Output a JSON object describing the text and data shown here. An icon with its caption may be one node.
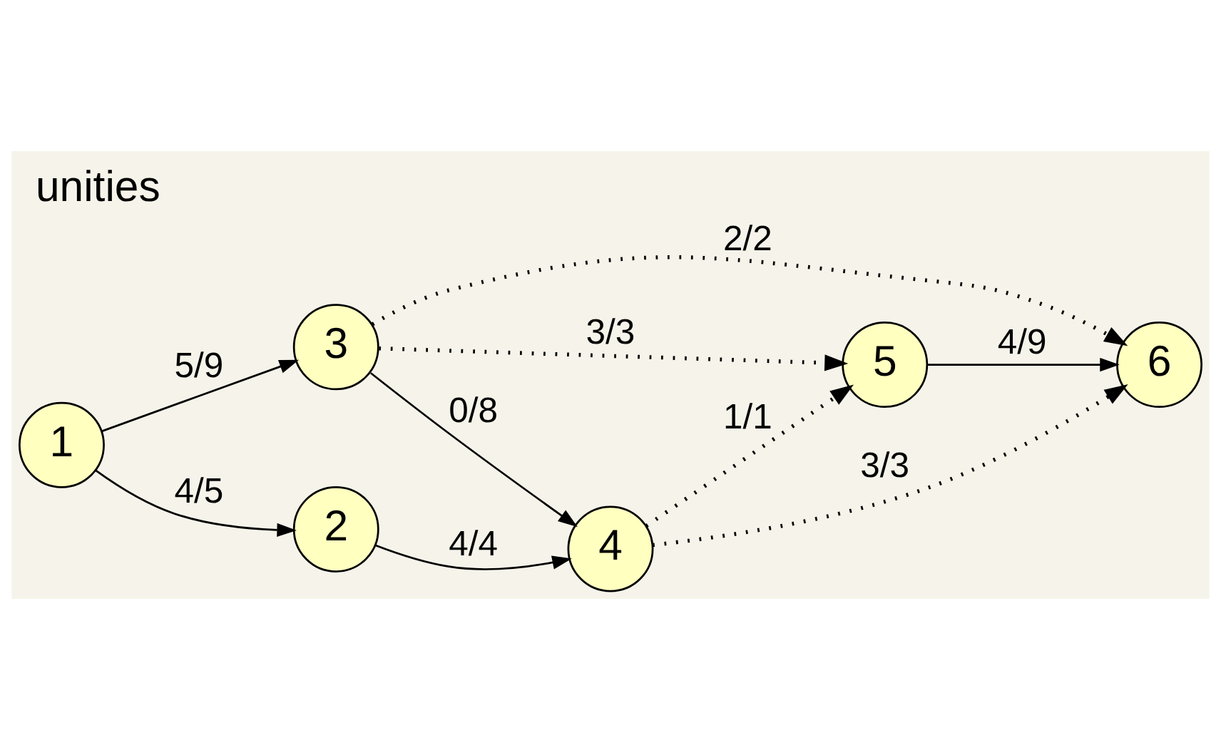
{
  "diagram": {
    "title": "unities",
    "nodes": [
      {
        "text": [
          "1"
        ]
      },
      {
        "text": [
          "2"
        ]
      },
      {
        "text": [
          "3"
        ]
      },
      {
        "text": [
          "4"
        ]
      },
      {
        "text": [
          "5"
        ]
      },
      {
        "text": [
          "6"
        ]
      }
    ],
    "edges": [
      {
        "from": 0,
        "to": 1,
        "arrow": "to",
        "label": "4/5"
      },
      {
        "from": 0,
        "to": 2,
        "arrow": "to",
        "label": "5/9"
      },
      {
        "from": 1,
        "to": 3,
        "arrow": "to",
        "label": "4/4"
      },
      {
        "from": 2,
        "to": 3,
        "arrow": "to",
        "label": "0/8"
      },
      {
        "from": 3,
        "to": 5,
        "arrow": "to",
        "label": "3/3",
        "style": "dashed"
      },
      {
        "from": 3,
        "to": 4,
        "arrow": "to",
        "label": "1/1",
        "style": "dashed"
      },
      {
        "from": 2,
        "to": 5,
        "arrow": "to",
        "label": "2/2",
        "style": "dashed"
      },
      {
        "from": 2,
        "to": 4,
        "arrow": "to",
        "label": "3/3",
        "style": "dashed"
      },
      {
        "from": 4,
        "to": 5,
        "arrow": "to",
        "label": "4/9"
      }
    ]
  }
}
